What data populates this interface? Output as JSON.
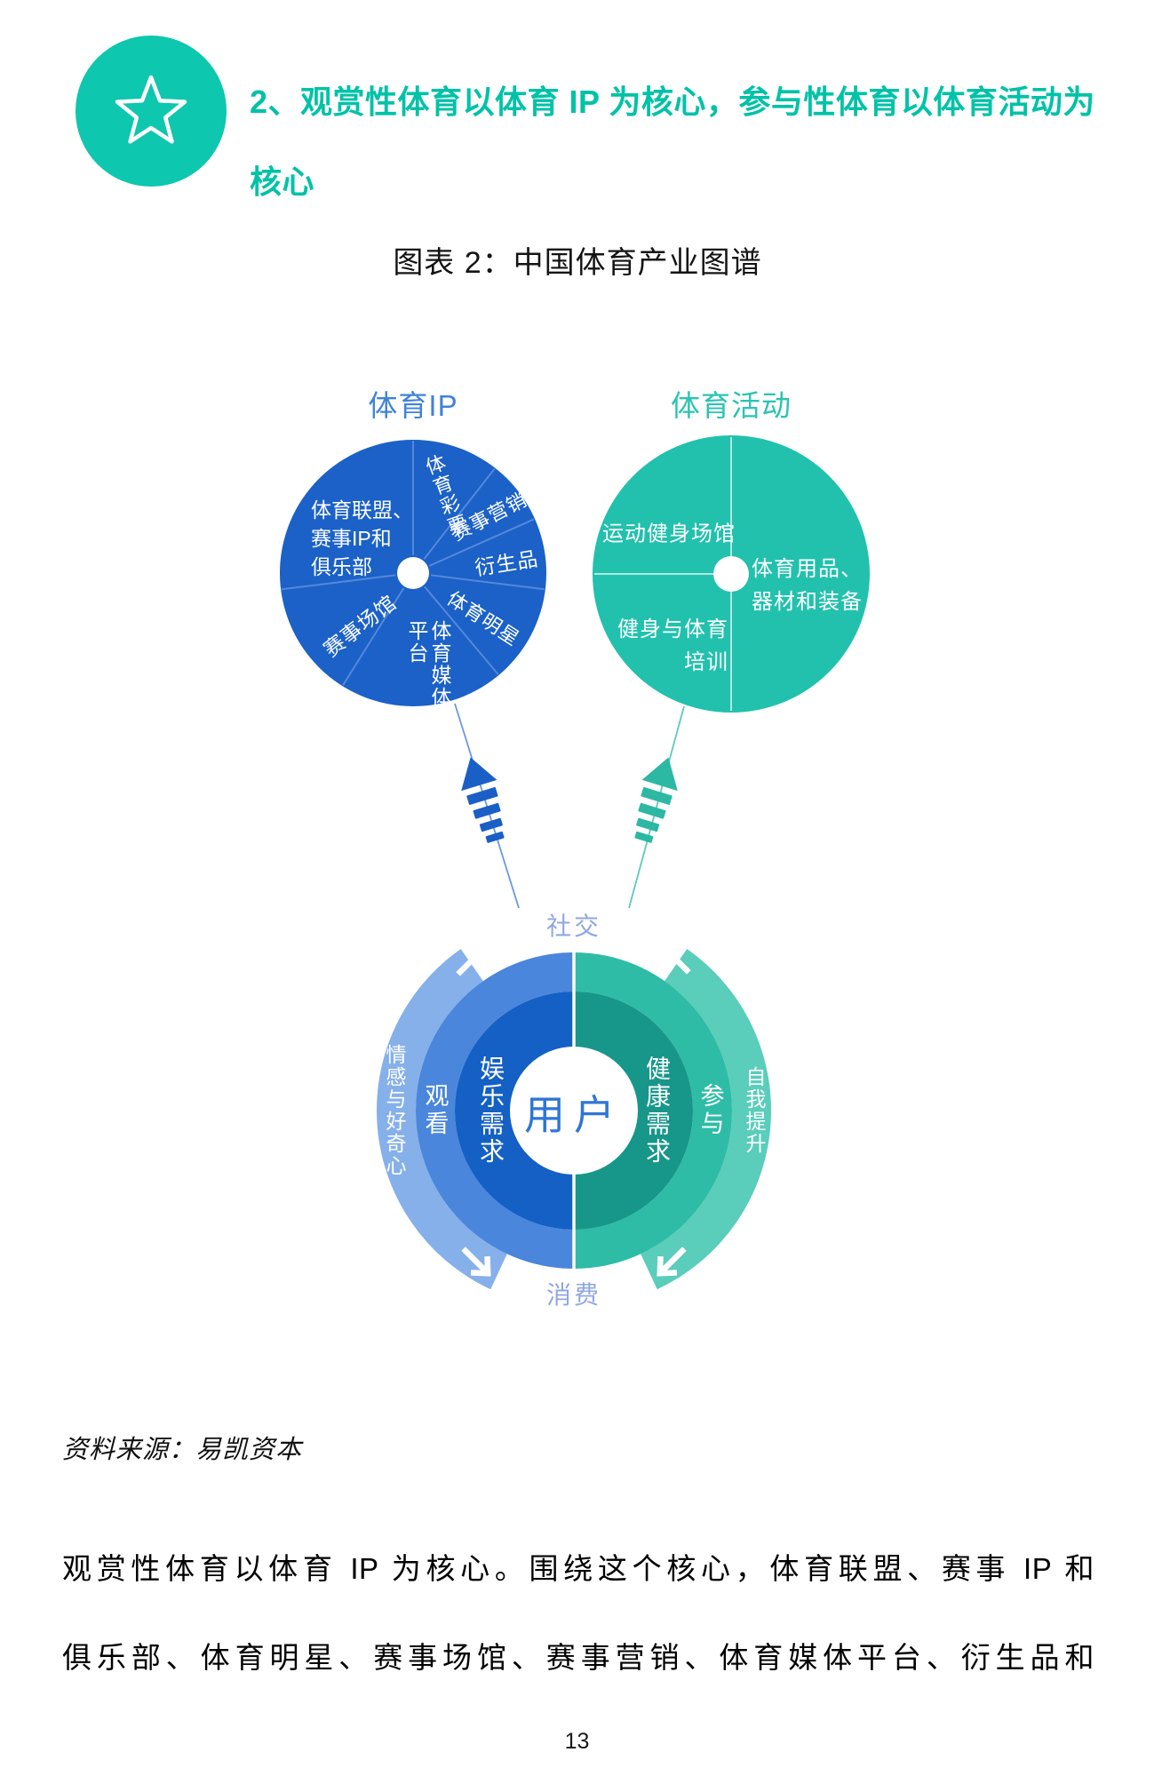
{
  "page_number": "13",
  "header": {
    "icon": "star-icon",
    "title": "2、观赏性体育以体育 IP 为核心，参与性体育以体育活动为核心",
    "accent_color": "#00C2A7",
    "badge_color": "#0DC7AE"
  },
  "figure": {
    "title": "图表 2：中国体育产业图谱",
    "sports_ip": {
      "label": "体育IP",
      "color": "#1B61C7",
      "divider_color": "#5E8FDF",
      "segments": {
        "league": "体育联盟、\n赛事IP和\n俱乐部",
        "lottery": "体育彩票",
        "marketing": "赛事营销",
        "derivatives": "衍生品",
        "stars": "体育明星",
        "media": "体育媒体平台",
        "venues": "赛事场馆"
      }
    },
    "sports_activity": {
      "label": "体育活动",
      "color": "#21C1AD",
      "segments": {
        "gyms": "运动健身场馆",
        "goods": "体育用品、\n器材和装备",
        "training": "健身与体育\n培训"
      }
    },
    "arrows": {
      "left_color": "#1A5FC6",
      "right_color": "#2CB8A3"
    },
    "user_model": {
      "center_label": "用户",
      "center_color": "#2E75D6",
      "top_label": "社交",
      "bottom_label": "消费",
      "flow_label_color": "#8FA7E2",
      "left_rings": {
        "inner": "娱乐需求",
        "middle": "观看",
        "outer": "情感与好奇心"
      },
      "right_rings": {
        "inner": "健康需求",
        "middle": "参与",
        "outer": "自我提升"
      },
      "colors": {
        "left_inner": "#1560C4",
        "left_middle": "#4A86DB",
        "left_outer": "#86B0EA",
        "right_inner": "#17978A",
        "right_middle": "#2EBCA7",
        "right_outer": "#5ACDBB"
      }
    }
  },
  "source_note": "资料来源：易凯资本",
  "body": {
    "line1": "观赏性体育以体育 IP 为核心。围绕这个核心，体育联盟、赛事 IP 和",
    "line2": "俱乐部、体育明星、赛事场馆、赛事营销、体育媒体平台、衍生品和"
  }
}
